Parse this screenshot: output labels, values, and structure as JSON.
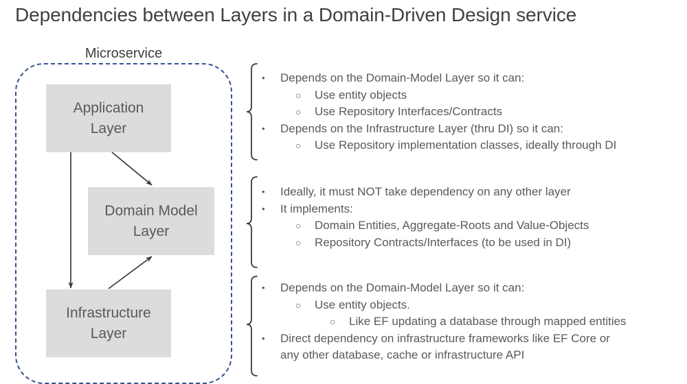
{
  "slide": {
    "title": "Dependencies between Layers in a Domain-Driven Design service",
    "background_color": "#ffffff",
    "title_color": "#404040"
  },
  "diagram": {
    "boundary_label": "Microservice",
    "boundary_color": "#33508f",
    "box_fill": "#dcdcdc",
    "box_text_color": "#595959",
    "layers": [
      {
        "id": "application",
        "label": "Application\nLayer",
        "line1": "Application",
        "line2": "Layer"
      },
      {
        "id": "domain-model",
        "label": "Domain Model\nLayer",
        "line1": "Domain Model",
        "line2": "Layer"
      },
      {
        "id": "infrastructure",
        "label": "Infrastructure\nLayer",
        "line1": "Infrastructure",
        "line2": "Layer"
      }
    ],
    "arrows": [
      {
        "from": "application",
        "to": "infrastructure",
        "style": "straight-down"
      },
      {
        "from": "application",
        "to": "domain-model",
        "style": "diagonal-down-right"
      },
      {
        "from": "infrastructure",
        "to": "domain-model",
        "style": "diagonal-up-right"
      }
    ]
  },
  "annotations": [
    {
      "id": "application-layer-notes",
      "for_layer": "application",
      "items": [
        {
          "level": 1,
          "marker": "•",
          "text": "Depends on the Domain-Model Layer so it can:"
        },
        {
          "level": 2,
          "marker": "○",
          "text": "Use entity objects"
        },
        {
          "level": 2,
          "marker": "○",
          "text": "Use Repository Interfaces/Contracts"
        },
        {
          "level": 1,
          "marker": "•",
          "text": "Depends on the Infrastructure Layer (thru DI) so it can:"
        },
        {
          "level": 2,
          "marker": "○",
          "text": "Use Repository implementation classes, ideally through DI"
        }
      ]
    },
    {
      "id": "domain-model-layer-notes",
      "for_layer": "domain-model",
      "items": [
        {
          "level": 1,
          "marker": "•",
          "text": "Ideally, it must NOT take dependency on any other layer"
        },
        {
          "level": 1,
          "marker": "•",
          "text": "It implements:"
        },
        {
          "level": 2,
          "marker": "○",
          "text": "Domain Entities, Aggregate-Roots and Value-Objects"
        },
        {
          "level": 2,
          "marker": "○",
          "text": "Repository Contracts/Interfaces (to be used in DI)"
        }
      ]
    },
    {
      "id": "infrastructure-layer-notes",
      "for_layer": "infrastructure",
      "items": [
        {
          "level": 1,
          "marker": "•",
          "text": "Depends on the Domain-Model Layer so it can:"
        },
        {
          "level": 2,
          "marker": "○",
          "text": "Use entity objects."
        },
        {
          "level": 3,
          "marker": "○",
          "text": "Like EF updating a database through mapped entities"
        },
        {
          "level": 1,
          "marker": "•",
          "text": "Direct dependency on infrastructure frameworks like EF Core or"
        },
        {
          "level": 0,
          "marker": "",
          "text": "any other database, cache or infrastructure API"
        }
      ]
    }
  ]
}
